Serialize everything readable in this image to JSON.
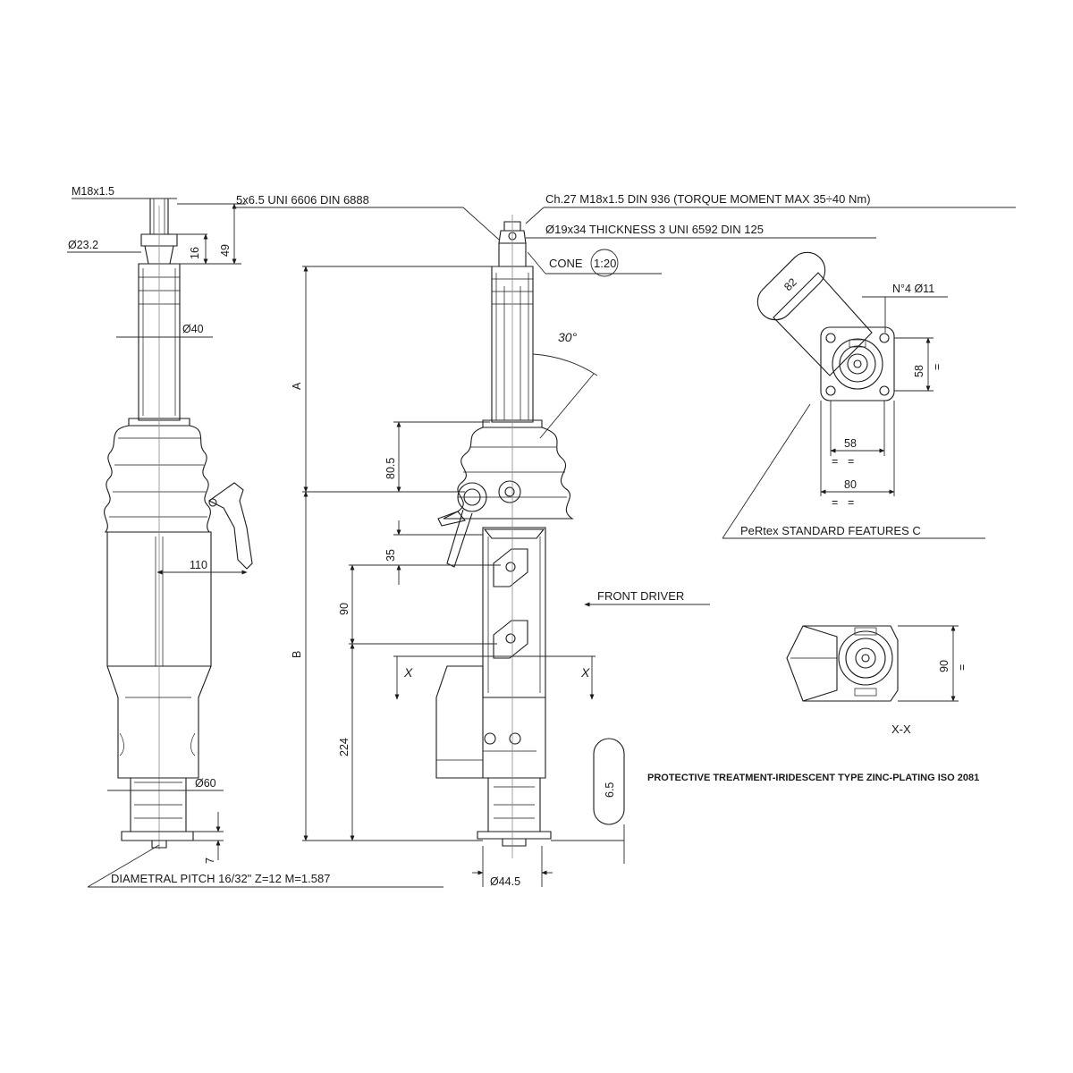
{
  "left_view": {
    "thread": "M18x1.5",
    "dia_collar": "Ø23.2",
    "dim_16": "16",
    "dim_49": "49",
    "dia_rod": "Ø40",
    "dim_110": "110",
    "dia_base": "Ø60",
    "dim_7": "7",
    "pitch_note": "DIAMETRAL PITCH 16/32\" Z=12 M=1.587"
  },
  "center_view": {
    "screw_note": "5x6.5 UNI 6606 DIN 6888",
    "nut_note": "Ch.27 M18x1.5 DIN 936 (TORQUE MOMENT MAX 35÷40 Nm)",
    "washer_note": "Ø19x34 THICKNESS 3 UNI 6592 DIN 125",
    "cone_label": "CONE",
    "cone_ratio": "1:20",
    "angle": "30°",
    "dim_A": "A",
    "dim_80_5": "80.5",
    "dim_B": "B",
    "dim_35": "35",
    "dim_90": "90",
    "dim_224": "224",
    "section_marker": "X",
    "front_driver": "FRONT DRIVER",
    "dia_bottom": "Ø44.5",
    "slot_dim": "6.5"
  },
  "flange_view": {
    "dim_82": "82",
    "holes": "N°4 Ø11",
    "dim_58_v": "58",
    "dim_58_h": "58",
    "dim_80": "80",
    "eq_mark": "=",
    "features": "PeRtex STANDARD FEATURES C"
  },
  "section_view": {
    "dim_90": "90",
    "label": "X-X"
  },
  "notes": {
    "treatment": "PROTECTIVE TREATMENT-IRIDESCENT TYPE ZINC-PLATING ISO 2081"
  }
}
